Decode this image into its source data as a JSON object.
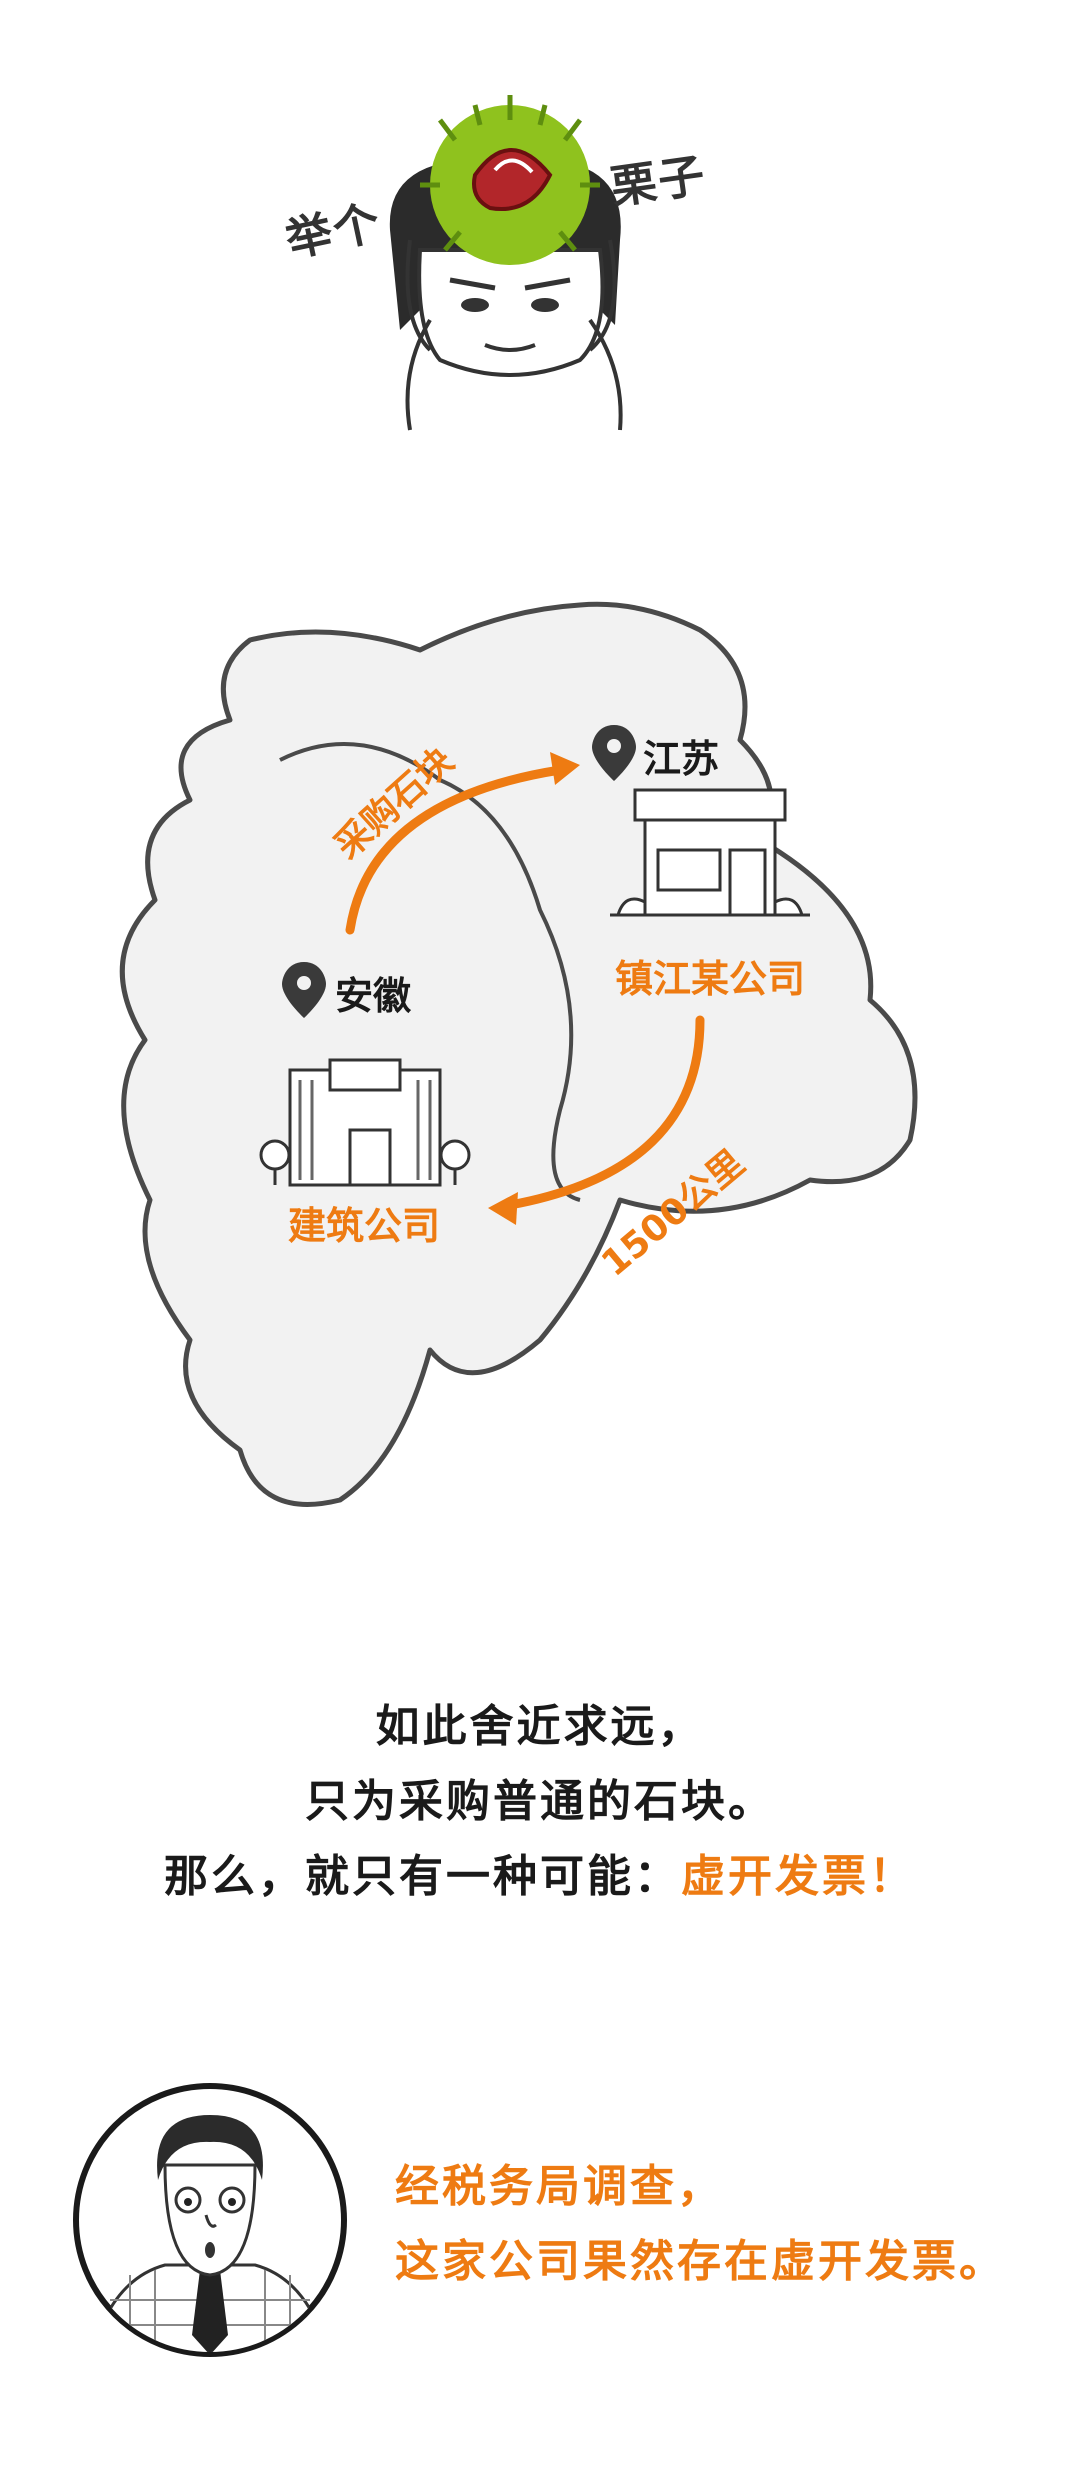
{
  "meme": {
    "text_left": "举个",
    "text_right": "栗子"
  },
  "map": {
    "anhui": {
      "province": "安徽",
      "company": "建筑公司"
    },
    "jiangsu": {
      "province": "江苏",
      "company": "镇江某公司"
    },
    "route_purchase": "采购石块",
    "route_distance": "1500公里"
  },
  "text": {
    "line1": "如此舍近求远，",
    "line2": "只为采购普通的石块。",
    "line3_prefix": "那么，就只有一种可能：",
    "line3_highlight": "虚开发票！"
  },
  "result": {
    "line1": "经税务局调查，",
    "line2": "这家公司果然存在虚开发票。"
  },
  "colors": {
    "accent": "#ee7b12",
    "text": "#1a1a1a",
    "map_fill": "#f2f2f2",
    "chestnut": "#8fc21e"
  }
}
